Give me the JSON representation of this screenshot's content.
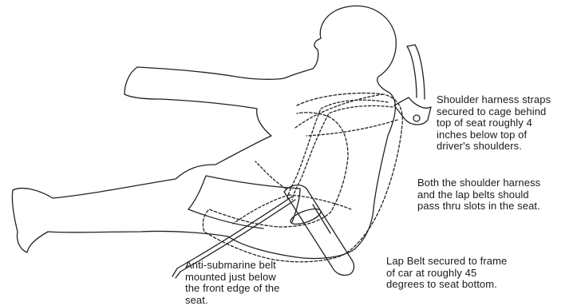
{
  "annotations": {
    "shoulder_harness": "Shoulder harness straps\nsecured to cage behind\ntop of seat roughly 4\ninches below top of\ndriver's shoulders.",
    "seat_slots": "Both the shoulder harness\nand the lap belts should\npass thru slots in the seat.",
    "anti_submarine": "Anti-submarine belt\nmounted just below\nthe front edge of the\nseat.",
    "lap_belt": "Lap Belt secured to frame\n of car at roughly 45\n degrees to seat bottom."
  }
}
